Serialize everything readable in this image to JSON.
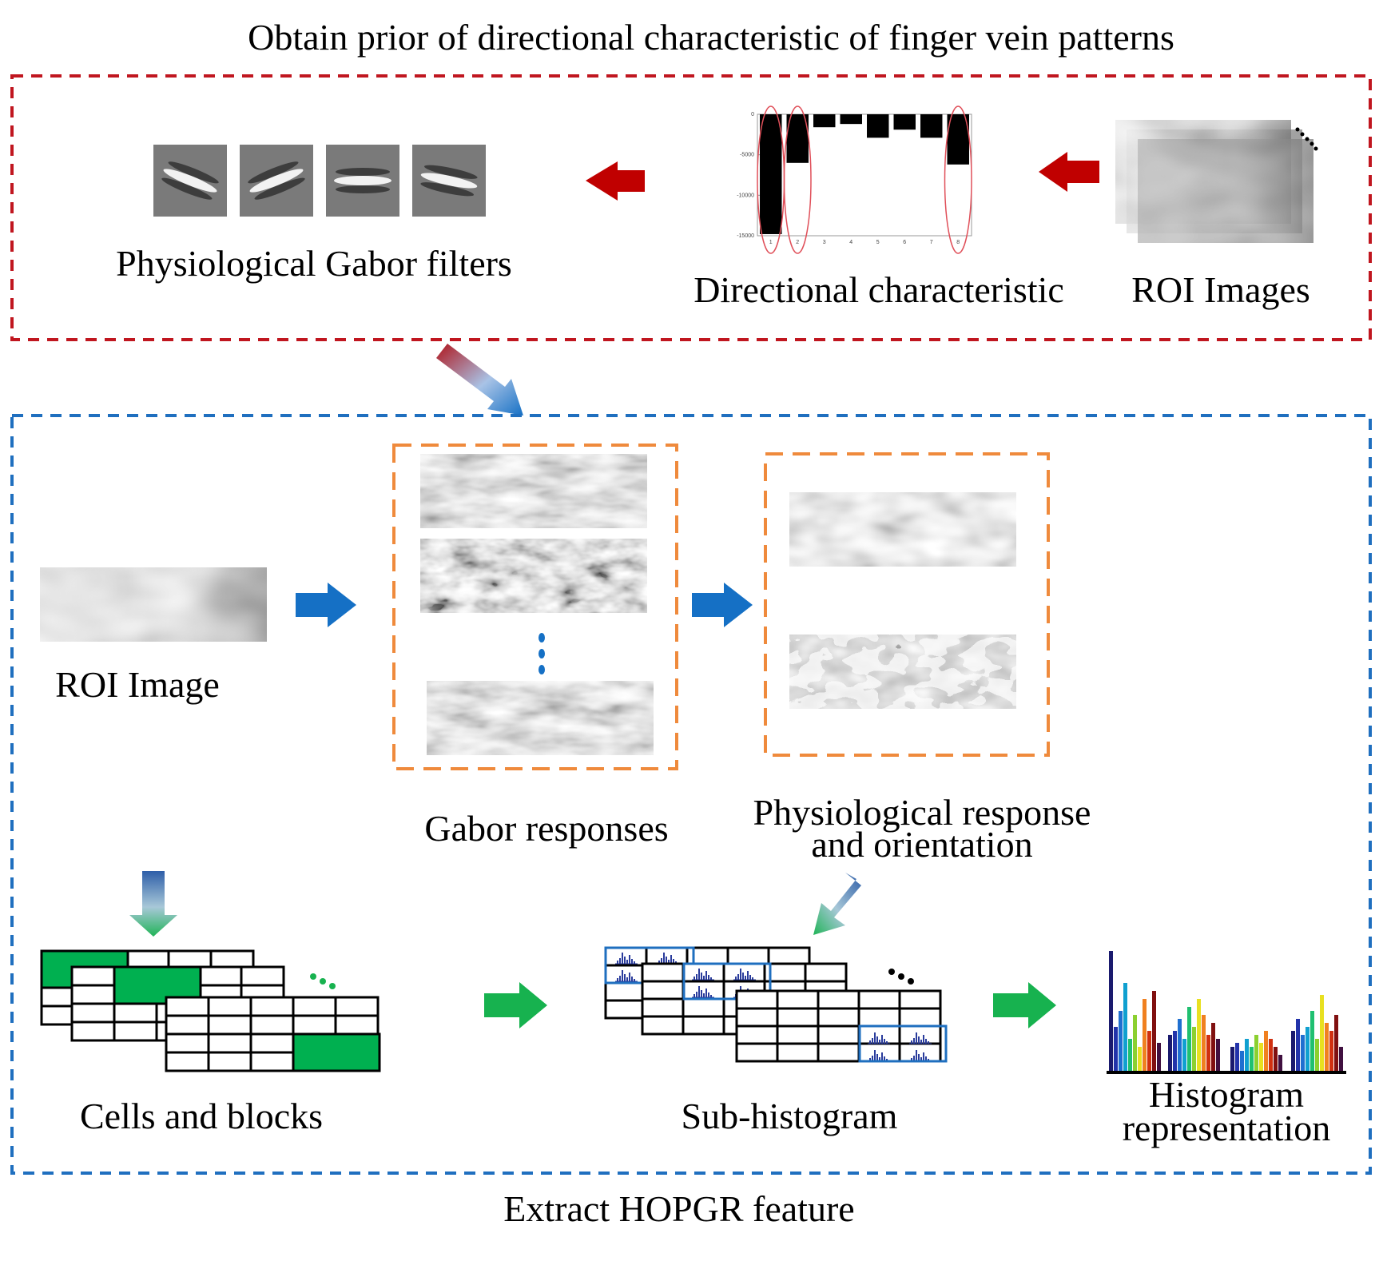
{
  "title": "Obtain prior of directional characteristic of finger vein patterns",
  "footer": "Extract HOPGR feature",
  "stage1": {
    "gabor_filters_label": "Physiological Gabor filters",
    "directional_label": "Directional characteristic",
    "roi_images_label": "ROI Images"
  },
  "stage2": {
    "roi_image_label": "ROI Image",
    "gabor_responses_label": "Gabor responses",
    "phys_response_label_1": "Physiological response",
    "phys_response_label_2": "and orientation",
    "cells_blocks_label": "Cells and blocks",
    "sub_histogram_label": "Sub-histogram",
    "histogram_label_1": "Histogram",
    "histogram_label_2": "representation"
  },
  "colors": {
    "red_box": "#c0161f",
    "blue_box": "#1f6fbf",
    "orange_box": "#ef8a3c",
    "red_arrow": "#c00000",
    "blue_arrow": "#1570c5",
    "green_arrow": "#17b24f",
    "green_fill": "#00b050"
  },
  "chart_data": {
    "type": "bar",
    "categories": [
      "1",
      "2",
      "3",
      "4",
      "5",
      "6",
      "7",
      "8"
    ],
    "values": [
      -14800,
      -6000,
      -1600,
      -1200,
      -2900,
      -1900,
      -2900,
      -6200
    ],
    "ylim": [
      -15000,
      0
    ],
    "yticks": [
      "0",
      "-5000",
      "-10000",
      "-15000"
    ],
    "highlighted": [
      "1",
      "2",
      "8"
    ]
  }
}
